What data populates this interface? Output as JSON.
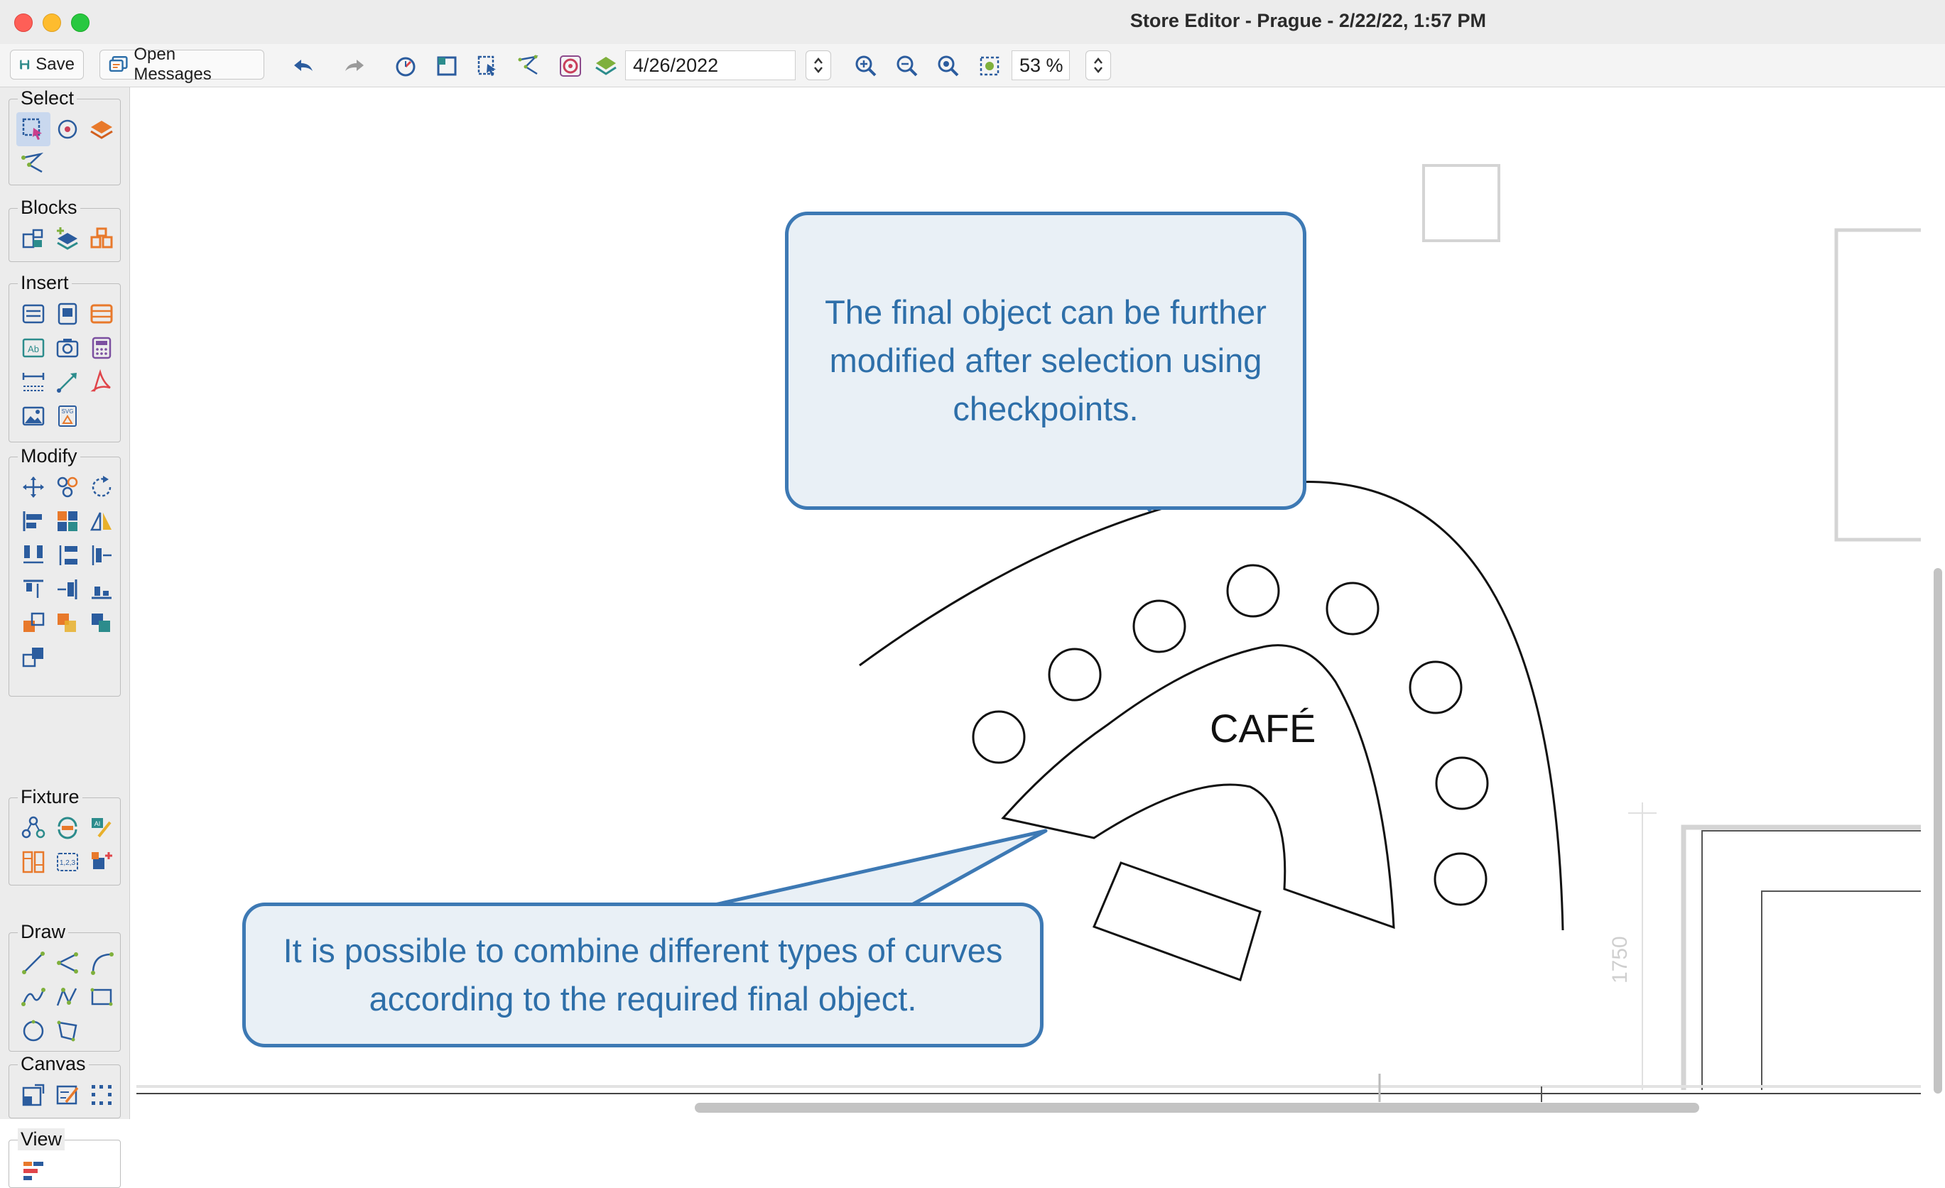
{
  "window": {
    "title": "Store Editor - Prague - 2/22/22, 1:57 PM"
  },
  "toolbar": {
    "save_label": "Save",
    "open_messages_label": "Open Messages",
    "date_value": "4/26/2022",
    "zoom_value": "53 %",
    "icons": [
      "undo-icon",
      "redo-icon",
      "clock-icon",
      "frame-icon",
      "select-frame-icon",
      "polyline-select-icon",
      "target-icon",
      "layers-icon",
      "zoom-in-icon",
      "zoom-out-icon",
      "zoom-fit-icon",
      "zoom-selection-icon"
    ]
  },
  "sidebar": {
    "groups": [
      {
        "label": "Select"
      },
      {
        "label": "Blocks"
      },
      {
        "label": "Insert"
      },
      {
        "label": "Modify"
      },
      {
        "label": "Fixture"
      },
      {
        "label": "Draw"
      },
      {
        "label": "Canvas"
      },
      {
        "label": "View"
      }
    ]
  },
  "canvas": {
    "cafe_label": "CAFÉ",
    "dimension_label": "1750"
  },
  "callouts": {
    "top": "The final object can be further modified after selection using checkpoints.",
    "bottom": "It is possible to combine different types of curves according to the required final object."
  },
  "colors": {
    "callout_border": "#3d79b4",
    "callout_fill": "#e9f0f6",
    "callout_text": "#2e6fa9",
    "accent_orange": "#e8792b",
    "accent_teal": "#2c8c8c"
  }
}
